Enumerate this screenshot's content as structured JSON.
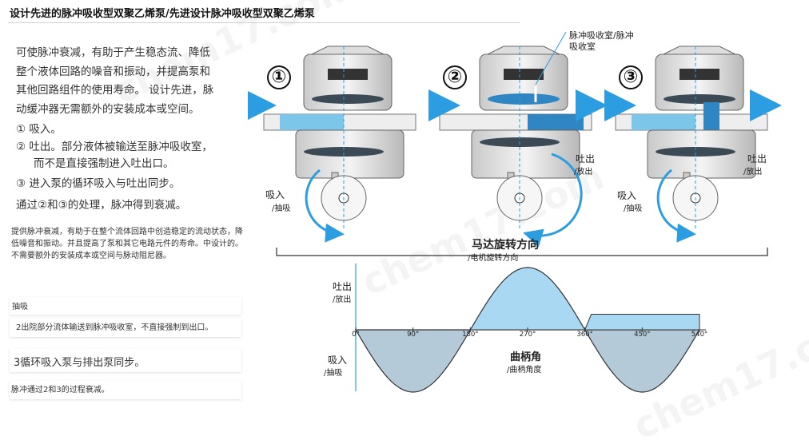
{
  "title": "设计先进的脉冲吸收型双聚乙烯泵/先进设计脉冲吸收型双聚乙烯泵",
  "intro": {
    "lines": [
      "可使脉冲衰减，有助于产生稳态流、降低",
      "整个液体回路的噪音和振动，并提高泵和",
      "其他回路组件的使用寿命。 设计先进，脉",
      "动缓冲器无需额外的安装成本或空间。"
    ],
    "step1": "① 吸入。",
    "step2a": "② 吐出。部分液体被输送至脉冲吸收室，",
    "step2b": "而不是直接强制进入吐出口。",
    "step3": "③ 进入泵的循环吸入与吐出同步。",
    "summary": "通过②和③的处理，脉冲得到衰减。"
  },
  "alt_texts": {
    "t1": "提供脉冲衰减，有助于在整个流体回路中创造稳定的流动状态，降低噪音和振动。并且提高了泵和其它电路元件的寿命。中设计的。不需要额外的安装成本或空间与脉动阻尼器。",
    "t2": "抽吸",
    "t3": "2出院部分流体输送到脉冲吸收室，不直接强制到出口。",
    "t4": "3循环吸入泵与排出泵同步。",
    "t5": "脉冲通过2和3的过程衰减。"
  },
  "diagram": {
    "num1": "①",
    "num2": "②",
    "num3": "③",
    "chamber_label_1": "脉冲吸收室/脉冲",
    "chamber_label_2": "吸收室",
    "suction": "吸入",
    "suction_sub": "/抽吸",
    "discharge": "吐出",
    "discharge_sub": "/放出",
    "motor_direction": "马达旋转方向",
    "motor_direction_sub": "/电机旋转方向"
  },
  "chart_data": {
    "type": "area",
    "x_ticks": [
      "0°",
      "90°",
      "180°",
      "270°",
      "360°",
      "450°",
      "540°"
    ],
    "y_top_label": "吐出",
    "y_top_sub": "/放出",
    "y_bottom_label": "吸入",
    "y_bottom_sub": "/抽吸",
    "x_label": "曲柄角",
    "x_sub": "/曲柄角度",
    "x": [
      0,
      90,
      180,
      270,
      360,
      450,
      540
    ],
    "suction_curve": [
      0,
      -1,
      0,
      null,
      0,
      -1,
      0
    ],
    "discharge_curve": [
      null,
      null,
      0,
      1,
      0,
      null,
      null
    ]
  },
  "colors": {
    "fluid": "#7cc6ea",
    "fluid_dark": "#2f86c3",
    "arrow": "#2b9de0",
    "curve_fill": "#a9d8f2",
    "dark_fill": "#94b3c8"
  },
  "watermarks": [
    "chem17.com",
    "chem17.com",
    "chem17.com"
  ]
}
